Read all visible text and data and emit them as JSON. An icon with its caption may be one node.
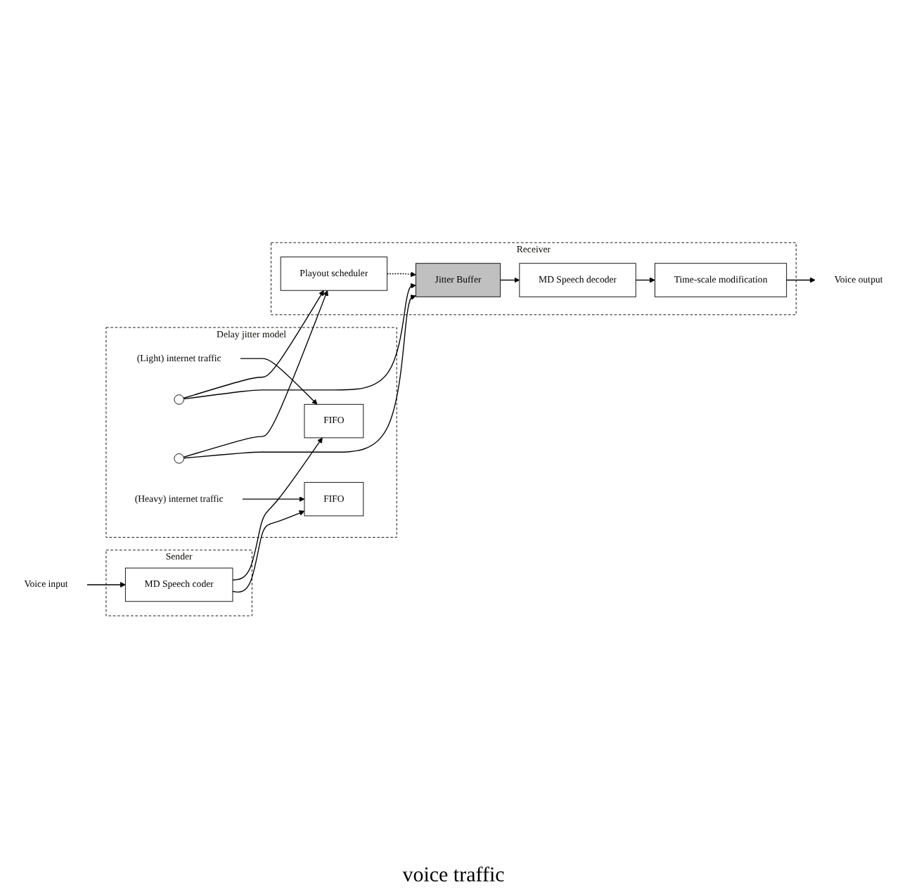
{
  "diagram": {
    "nodes": [
      {
        "text": [
          "Voice input"
        ]
      },
      {
        "text": [
          "Sender"
        ]
      },
      {
        "text": [
          "MD Speech coder"
        ],
        "in": 1
      },
      {
        "text": [
          "Delay jitter model"
        ]
      },
      {
        "text": [
          "(Light) internet traffic"
        ],
        "in": 3
      },
      {
        "text": [],
        "shape": "circle",
        "in": 3
      },
      {
        "text": [
          "FIFO"
        ],
        "in": 3
      },
      {
        "text": [],
        "shape": "circle",
        "in": 3
      },
      {
        "text": [
          "FIFO"
        ],
        "in": 3
      },
      {
        "text": [
          "(Heavy) internet traffic"
        ],
        "in": 3
      },
      {
        "text": [
          "Receiver"
        ]
      },
      {
        "text": [
          "Jitter Buffer"
        ],
        "in": 10
      },
      {
        "text": [
          "MD Speech decoder"
        ],
        "in": 10
      },
      {
        "text": [
          "Time-scale modification"
        ],
        "in": 10
      },
      {
        "text": [
          "Playout scheduler"
        ],
        "in": 10
      },
      {
        "text": [
          "Voice output"
        ]
      }
    ],
    "edges": [
      {
        "from": 0,
        "to": 2,
        "arrow": "to"
      },
      {
        "from": 2,
        "to": 8,
        "arrow": "to"
      },
      {
        "from": 2,
        "to": 6,
        "arrow": "to"
      },
      {
        "from": 4,
        "to": 6,
        "arrow": "to"
      },
      {
        "from": 9,
        "to": 8,
        "arrow": "to"
      },
      {
        "from": 7,
        "to": 11,
        "arrow": "to"
      },
      {
        "from": 7,
        "to": 14,
        "arrow": "to"
      },
      {
        "from": 5,
        "to": 11,
        "arrow": "to"
      },
      {
        "from": 5,
        "to": 14,
        "arrow": "to"
      },
      {
        "from": 14,
        "to": 11,
        "arrow": "to",
        "style": "dashed"
      },
      {
        "from": 11,
        "to": 12,
        "arrow": "to"
      },
      {
        "from": 12,
        "to": 13,
        "arrow": "to"
      },
      {
        "from": 13,
        "to": 15,
        "arrow": "to"
      }
    ],
    "labels": [
      "voice traffic"
    ]
  }
}
